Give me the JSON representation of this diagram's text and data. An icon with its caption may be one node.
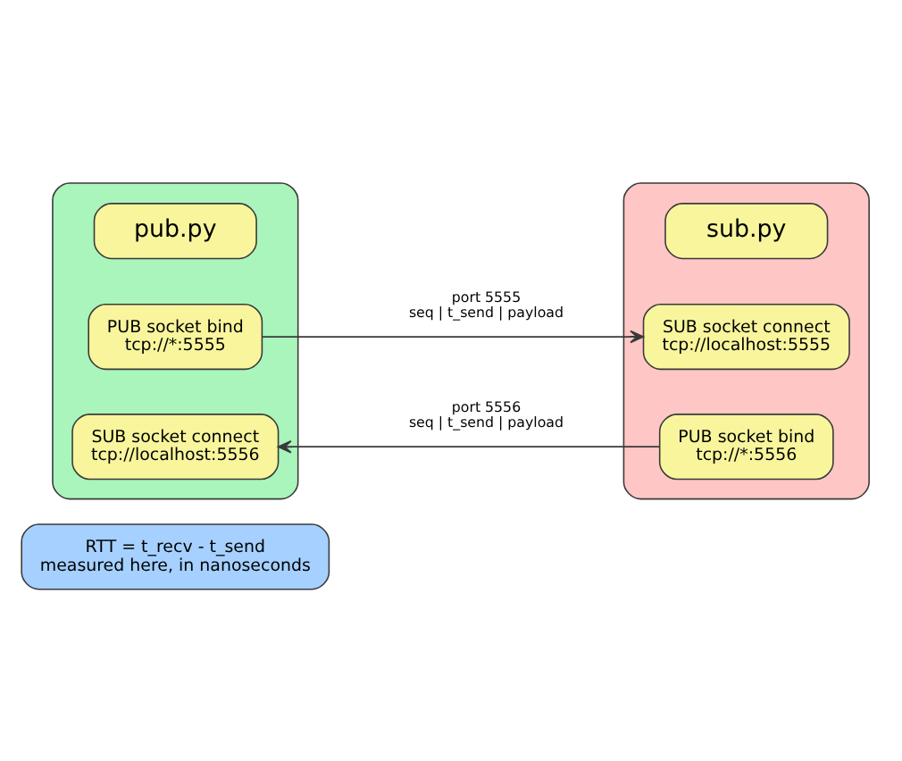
{
  "diagram": {
    "nodes": [
      {
        "text": [],
        "shape": "box"
      },
      {
        "text": [
          "pub.py"
        ],
        "in": 0
      },
      {
        "text": [
          "PUB socket bind tcp://*:5555"
        ],
        "in": 0
      },
      {
        "text": [
          "SUB socket connect tcp://localhost:5556"
        ],
        "in": 0
      },
      {
        "text": [],
        "shape": "box"
      },
      {
        "text": [
          "sub.py"
        ],
        "in": 4
      },
      {
        "text": [
          "SUB socket connect tcp://localhost:5555"
        ],
        "in": 4
      },
      {
        "text": [
          "PUB socket bind tcp://*:5556"
        ],
        "in": 4
      },
      {
        "text": [
          "RTT = t_recv - t_send measured here, in nanoseconds"
        ]
      }
    ],
    "edges": [
      {
        "from": 2,
        "to": 6,
        "arrow": "to",
        "label": [
          "port 5555",
          "seq | t_send | payload"
        ]
      },
      {
        "from": 7,
        "to": 3,
        "arrow": "to",
        "label": [
          "port 5556",
          "seq | t_send | payload"
        ]
      }
    ]
  }
}
